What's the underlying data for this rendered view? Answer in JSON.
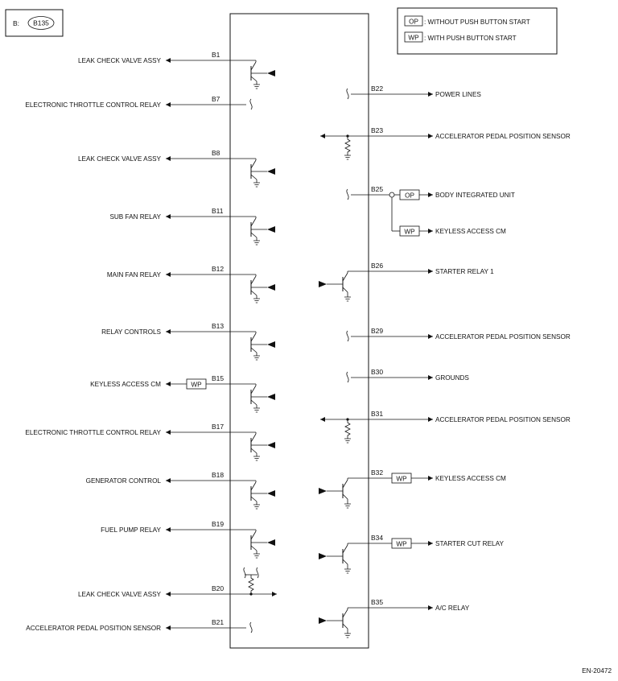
{
  "connector": {
    "prefix": "B:",
    "id": "B135"
  },
  "legend": [
    {
      "code": "OP",
      "text": ": WITHOUT PUSH BUTTON START"
    },
    {
      "code": "WP",
      "text": ": WITH PUSH BUTTON START"
    }
  ],
  "left_pins": [
    {
      "pin": "B1",
      "label": "LEAK CHECK VALVE ASSY",
      "type": "transistor-out"
    },
    {
      "pin": "B7",
      "label": "ELECTRONIC THROTTLE CONTROL RELAY",
      "type": "signal-out"
    },
    {
      "pin": "B8",
      "label": "LEAK CHECK VALVE ASSY",
      "type": "transistor-out"
    },
    {
      "pin": "B11",
      "label": "SUB FAN RELAY",
      "type": "transistor-out"
    },
    {
      "pin": "B12",
      "label": "MAIN FAN RELAY",
      "type": "transistor-out"
    },
    {
      "pin": "B13",
      "label": "RELAY CONTROLS",
      "type": "transistor-out"
    },
    {
      "pin": "B15",
      "label": "KEYLESS ACCESS CM",
      "type": "transistor-out",
      "tag": "WP"
    },
    {
      "pin": "B17",
      "label": "ELECTRONIC THROTTLE CONTROL RELAY",
      "type": "transistor-out"
    },
    {
      "pin": "B18",
      "label": "GENERATOR CONTROL",
      "type": "transistor-out"
    },
    {
      "pin": "B19",
      "label": "FUEL PUMP RELAY",
      "type": "transistor-out"
    },
    {
      "pin": "B20",
      "label": "LEAK CHECK VALVE ASSY",
      "type": "bidir-pullup"
    },
    {
      "pin": "B21",
      "label": "ACCELERATOR PEDAL POSITION SENSOR",
      "type": "signal-out"
    }
  ],
  "right_pins": [
    {
      "pin": "B22",
      "label": "POWER LINES",
      "type": "signal-out"
    },
    {
      "pin": "B23",
      "label": "ACCELERATOR PEDAL POSITION SENSOR",
      "type": "bidir-pulldown"
    },
    {
      "pin": "B25",
      "label": "BODY INTEGRATED UNIT",
      "type": "signal-split",
      "tag": "OP"
    },
    {
      "pin": "",
      "label": "KEYLESS ACCESS CM",
      "type": "branch",
      "tag": "WP"
    },
    {
      "pin": "B26",
      "label": "STARTER RELAY 1",
      "type": "transistor-out"
    },
    {
      "pin": "B29",
      "label": "ACCELERATOR PEDAL POSITION SENSOR",
      "type": "signal-out"
    },
    {
      "pin": "B30",
      "label": "GROUNDS",
      "type": "signal-out"
    },
    {
      "pin": "B31",
      "label": "ACCELERATOR PEDAL POSITION SENSOR",
      "type": "bidir-pulldown"
    },
    {
      "pin": "B32",
      "label": "KEYLESS ACCESS CM",
      "type": "transistor-out",
      "tag": "WP"
    },
    {
      "pin": "B34",
      "label": "STARTER CUT RELAY",
      "type": "transistor-out",
      "tag": "WP"
    },
    {
      "pin": "B35",
      "label": "A/C RELAY",
      "type": "transistor-out"
    }
  ],
  "figure_code": "EN-20472"
}
